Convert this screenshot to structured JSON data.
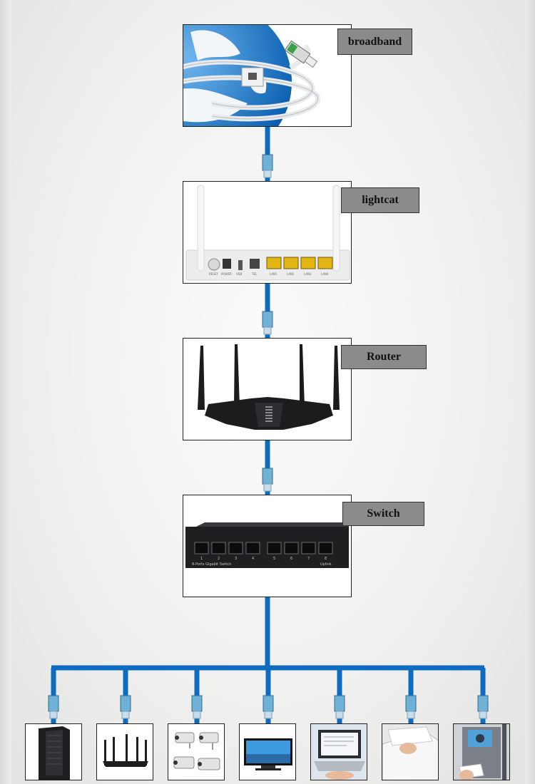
{
  "colors": {
    "cable": "#0e6bbf",
    "plug": "#5fa4c9",
    "tag_bg": "#8b8b8b"
  },
  "devices": [
    {
      "label": "broadband",
      "icon": "globe-cable-icon"
    },
    {
      "label": "lightcat",
      "icon": "optical-modem-icon"
    },
    {
      "label": "Router",
      "icon": "router-icon"
    },
    {
      "label": "Switch",
      "icon": "switch-icon"
    }
  ],
  "switch_text": {
    "ports": [
      "1",
      "2",
      "3",
      "4",
      "5",
      "6",
      "7",
      "8"
    ],
    "caption": "8-Ports Gigabit Switch",
    "uplink": "Uplink"
  },
  "modem_ports": [
    "RESET",
    "POWER",
    "USB",
    "TEL",
    "LAN1",
    "LAN2",
    "LAN3",
    "LAN4"
  ],
  "endpoints": [
    "server-icon",
    "wifi-router-icon",
    "cctv-camera-icon",
    "monitor-icon",
    "laptop-icon",
    "printer-icon",
    "access-control-icon"
  ]
}
